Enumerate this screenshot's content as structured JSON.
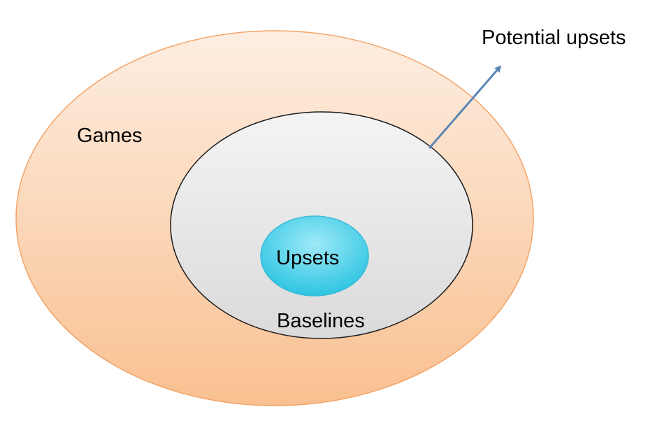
{
  "diagram": {
    "outer_label": "Games",
    "middle_label": "Baselines",
    "inner_label": "Upsets",
    "callout_label": "Potential upsets",
    "colors": {
      "outer_fill_top": "#fdeee2",
      "outer_fill_bottom": "#f9c090",
      "outer_stroke": "#f3a468",
      "middle_fill_top": "#f4f4f4",
      "middle_fill_bottom": "#dadada",
      "middle_stroke": "#1a1a1a",
      "inner_fill_light": "#9eeaf7",
      "inner_fill_dark": "#2dc4e2",
      "inner_stroke": "#38bcd8",
      "arrow": "#5b86b5"
    }
  }
}
